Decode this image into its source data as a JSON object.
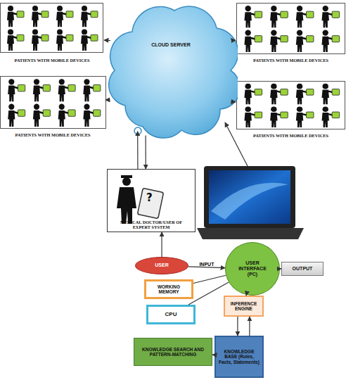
{
  "diagram": {
    "nodes": [
      {
        "text": [
          "PATIENTS WITH MOBILE DEVICES"
        ]
      },
      {
        "text": [
          "CLOUD SERVER"
        ]
      },
      {
        "text": [
          "PATIENTS WITH MOBILE DEVICES"
        ]
      },
      {
        "text": [
          "PATIENTS WITH MOBILE DEVICES"
        ]
      },
      {
        "text": [
          "PATIENTS WITH MOBILE DEVICES"
        ]
      },
      {
        "text": [
          "MEDICAL DOCTOR/USER OF EXPERT SYSTEM"
        ]
      },
      {
        "text": [
          "USER"
        ]
      },
      {
        "text": [
          "USER INTERFACE (PC)"
        ]
      },
      {
        "text": [
          "OUTPUT"
        ]
      },
      {
        "text": [
          "WORKING MEMORY"
        ]
      },
      {
        "text": [
          "CPU"
        ]
      },
      {
        "text": [
          "INFERENCE ENGINE"
        ]
      },
      {
        "text": [
          "KNOWLEDGE BASE (Rules, Facts, Statements)"
        ]
      },
      {
        "text": [
          "KNOWLEDGE SEARCH AND PATTERN-MATCHING"
        ]
      }
    ],
    "edges": [
      {
        "from": 1,
        "to": 0,
        "arrow": "to"
      },
      {
        "from": 1,
        "to": 2,
        "arrow": "to"
      },
      {
        "from": 1,
        "to": 3,
        "arrow": "to"
      },
      {
        "from": 1,
        "to": 4,
        "arrow": "to"
      },
      {
        "from": 5,
        "to": 1,
        "arrow": "to"
      },
      {
        "from": 1,
        "to": 5,
        "arrow": "to"
      },
      {
        "from": 6,
        "to": 5,
        "arrow": "to"
      },
      {
        "from": 6,
        "to": 7,
        "label": "INPUT",
        "arrow": "to"
      },
      {
        "from": 7,
        "to": 8,
        "arrow": "to"
      },
      {
        "from": 9,
        "to": 7,
        "arrow": "none"
      },
      {
        "from": 10,
        "to": 7,
        "arrow": "none"
      },
      {
        "from": 7,
        "to": 11,
        "arrow": "to"
      },
      {
        "from": 11,
        "to": 12,
        "arrow": "to"
      },
      {
        "from": 12,
        "to": 11,
        "arrow": "to"
      },
      {
        "from": 12,
        "to": 13,
        "arrow": "to"
      }
    ],
    "labels": [
      "?"
    ]
  }
}
